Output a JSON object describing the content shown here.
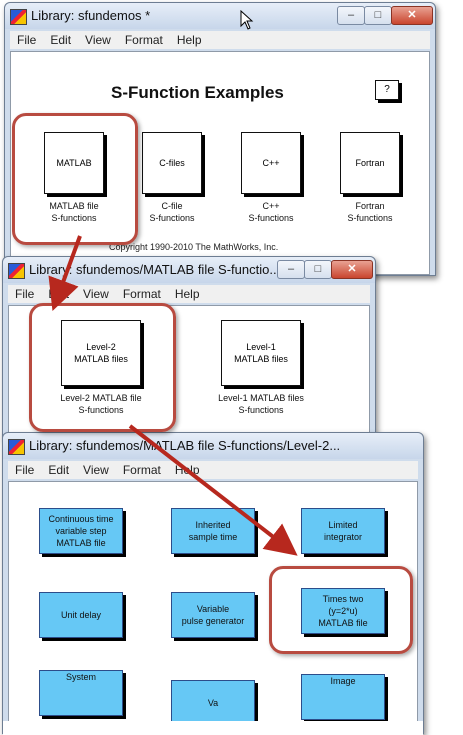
{
  "win1": {
    "title": "Library: sfundemos *",
    "menu": [
      "File",
      "Edit",
      "View",
      "Format",
      "Help"
    ],
    "heading": "S-Function Examples",
    "help_label": "?",
    "blocks": [
      {
        "label": "MATLAB",
        "caption": "MATLAB file\nS-functions"
      },
      {
        "label": "C-files",
        "caption": "C-file\nS-functions"
      },
      {
        "label": "C++",
        "caption": "C++\nS-functions"
      },
      {
        "label": "Fortran",
        "caption": "Fortran\nS-functions"
      }
    ],
    "copyright": "Copyright 1990-2010 The MathWorks, Inc."
  },
  "win2": {
    "title": "Library: sfundemos/MATLAB file  S-functio...",
    "menu": [
      "File",
      "Edit",
      "View",
      "Format",
      "Help"
    ],
    "blocks": [
      {
        "label": "Level-2\nMATLAB files",
        "caption": "Level-2  MATLAB file\nS-functions"
      },
      {
        "label": "Level-1\nMATLAB files",
        "caption": "Level-1 MATLAB files\nS-functions"
      }
    ]
  },
  "win3": {
    "title": "Library: sfundemos/MATLAB file  S-functions/Level-2...",
    "menu": [
      "File",
      "Edit",
      "View",
      "Format",
      "Help"
    ],
    "blocks": [
      "Continuous time\nvariable step\nMATLAB file",
      "Inherited\nsample time",
      "Limited\nintegrator",
      "Unit delay",
      "Variable\npulse generator",
      "Times two\n(y=2*u)\nMATLAB file",
      "System",
      "Va",
      "Image"
    ]
  },
  "controls": {
    "minimize": "–",
    "maximize": "□",
    "close": "✕"
  },
  "colors": {
    "highlight": "#b84b40",
    "arrow": "#b7281e",
    "block_fill": "#66c8f5"
  }
}
